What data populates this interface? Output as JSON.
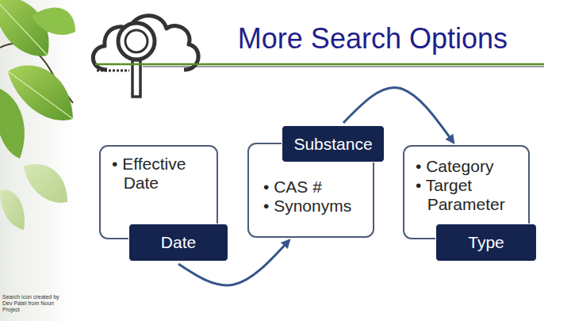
{
  "diagram": {
    "title": "More Search Options",
    "nodes": [
      {
        "text": [
          "• Effective Date"
        ]
      },
      {
        "text": [
          "Date"
        ]
      },
      {
        "text": [
          "Substance"
        ]
      },
      {
        "text": [
          "• CAS #",
          "• Synonyms"
        ]
      },
      {
        "text": [
          "• Category",
          "• Target Parameter"
        ]
      },
      {
        "text": [
          "Type"
        ]
      }
    ],
    "edges": [
      {
        "from": 1,
        "to": 3,
        "arrow": "to"
      },
      {
        "from": 2,
        "to": 4,
        "arrow": "to"
      }
    ],
    "labels": [
      "Search icon created by Dev Patel from Noun Project"
    ]
  }
}
